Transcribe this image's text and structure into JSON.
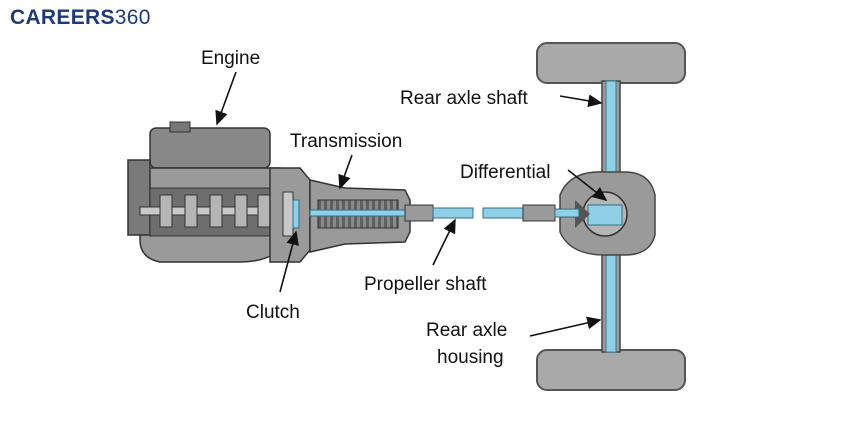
{
  "brand": {
    "bold": "CAREERS",
    "light": "360"
  },
  "labels": {
    "engine": "Engine",
    "transmission": "Transmission",
    "clutch": "Clutch",
    "propeller_shaft": "Propeller shaft",
    "differential": "Differential",
    "rear_axle_shaft": "Rear axle shaft",
    "rear_axle_housing_line1": "Rear axle",
    "rear_axle_housing_line2": "housing"
  },
  "colors": {
    "brand": "#1f3b73",
    "metal_dark": "#6e6e6e",
    "metal_mid": "#9a9a9a",
    "metal_light": "#c8c8c8",
    "shaft_blue": "#8fd0e6",
    "tire": "#a9a9a9"
  }
}
